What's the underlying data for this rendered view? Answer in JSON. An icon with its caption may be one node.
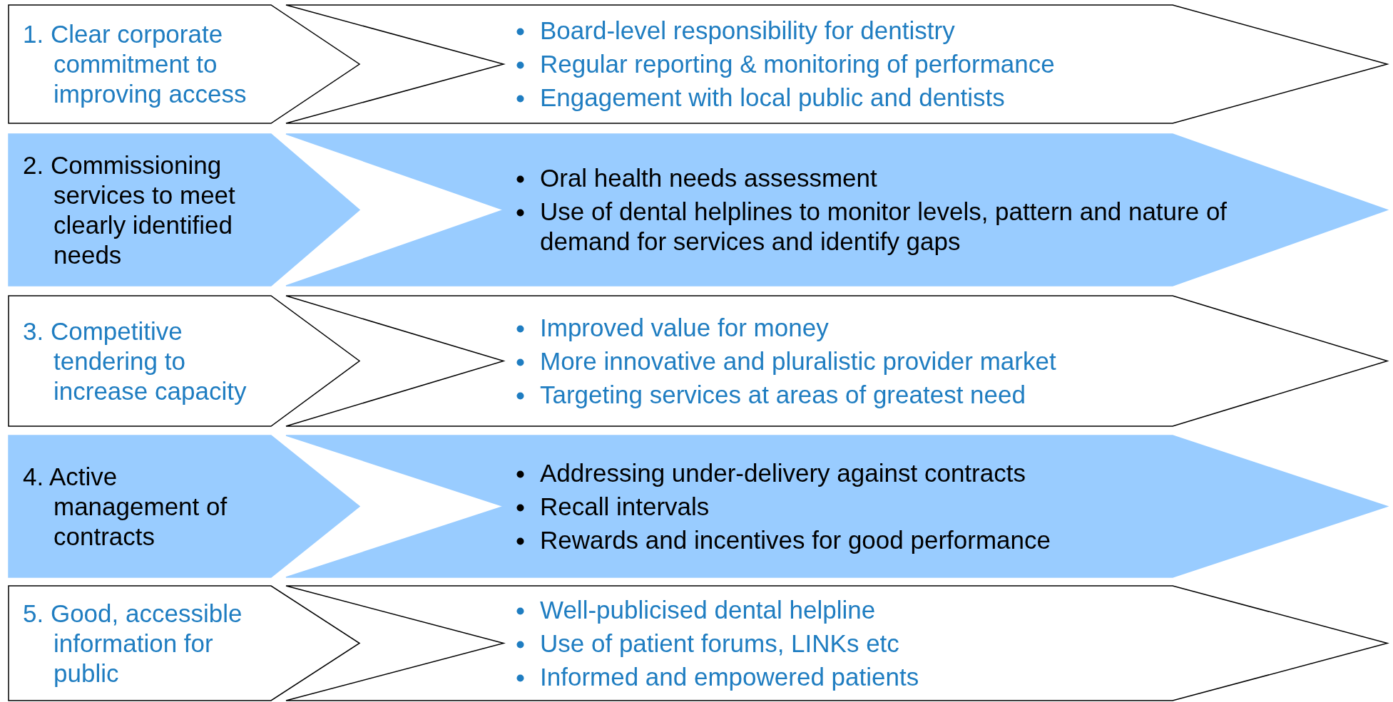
{
  "diagram": {
    "nodes": [
      {
        "text": [
          "1. Clear corporate commitment to improving access"
        ]
      },
      {
        "text": [
          "Board-level responsibility for dentistry",
          "Regular reporting & monitoring of performance",
          "Engagement with local public and dentists"
        ]
      },
      {
        "text": [
          "2. Commissioning services to meet clearly identified needs"
        ]
      },
      {
        "text": [
          "Oral health needs assessment",
          "Use of dental helplines to monitor levels, pattern and nature of demand for services and identify gaps"
        ]
      },
      {
        "text": [
          "3. Competitive tendering to increase capacity"
        ]
      },
      {
        "text": [
          "Improved value for money",
          "More innovative and pluralistic provider market",
          "Targeting services at areas of greatest need"
        ]
      },
      {
        "text": [
          "4. Active management of contracts"
        ]
      },
      {
        "text": [
          "Addressing under-delivery against contracts",
          "Recall intervals",
          "Rewards and incentives for good performance"
        ]
      },
      {
        "text": [
          "5. Good, accessible information for public"
        ]
      },
      {
        "text": [
          "Well-publicised dental helpline",
          "Use of patient forums, LINKs etc",
          "Informed and empowered patients"
        ]
      }
    ]
  }
}
